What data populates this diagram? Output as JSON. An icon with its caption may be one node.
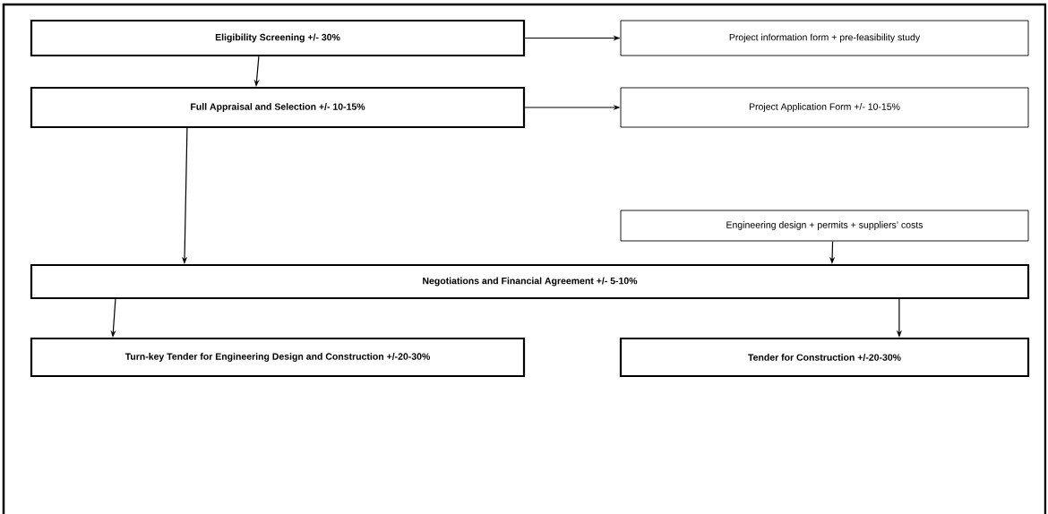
{
  "diagram": {
    "nodes": [
      {
        "text": [
          "Eligibility Screening +/- 30%"
        ]
      },
      {
        "text": [
          "Project information form + pre-feasibility study"
        ]
      },
      {
        "text": [
          "Full Appraisal and Selection +/- 10-15%"
        ]
      },
      {
        "text": [
          "Project Application Form +/- 10-15%"
        ]
      },
      {
        "text": [
          "Engineering design + permits + suppliers’ costs"
        ]
      },
      {
        "text": [
          "Negotiations and Financial Agreement +/- 5-10%"
        ]
      },
      {
        "text": [
          "Turn-key Tender for Engineering Design and Construction +/-20-30%"
        ]
      },
      {
        "text": [
          "Tender for Construction +/-20-30%"
        ]
      }
    ],
    "edges": [
      {
        "from": 0,
        "to": 1,
        "arrow": "to"
      },
      {
        "from": 0,
        "to": 2,
        "arrow": "to"
      },
      {
        "from": 2,
        "to": 3,
        "arrow": "to"
      },
      {
        "from": 2,
        "to": 5,
        "arrow": "to"
      },
      {
        "from": 4,
        "to": 5,
        "arrow": "to"
      },
      {
        "from": 5,
        "to": 6,
        "arrow": "to"
      },
      {
        "from": 5,
        "to": 7,
        "arrow": "to"
      }
    ]
  }
}
